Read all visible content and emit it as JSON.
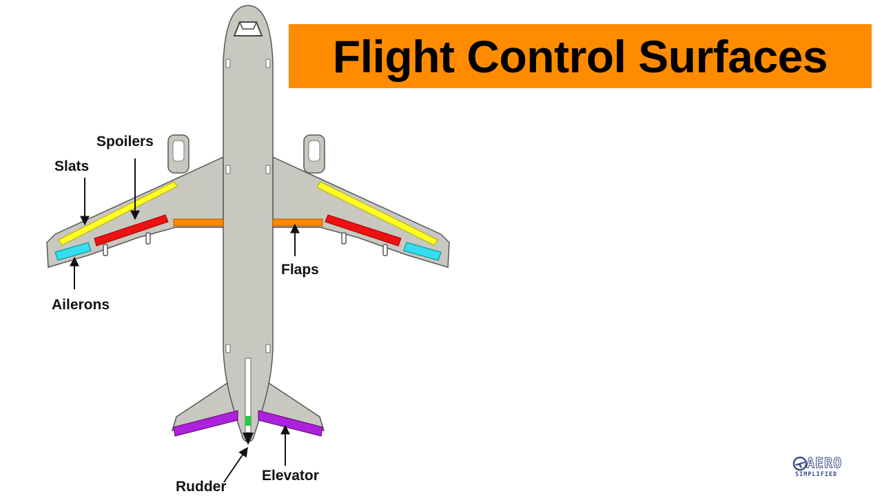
{
  "title": "Flight Control Surfaces",
  "labels": {
    "spoilers": "Spoilers",
    "slats": "Slats",
    "flaps": "Flaps",
    "ailerons": "Ailerons",
    "rudder": "Rudder",
    "elevator": "Elevator"
  },
  "logo": {
    "word": "AERO",
    "sub": "SIMPLIFIED"
  },
  "colors": {
    "banner": "#ff8c00",
    "body": "#c8c8c0",
    "outline": "#555555",
    "slats": "#ffff22",
    "spoilers": "#ee1111",
    "flaps": "#ff8800",
    "ailerons": "#33ddee",
    "elevator": "#aa22dd",
    "rudder": "#22cc44",
    "logo": "#3a4a8a"
  }
}
